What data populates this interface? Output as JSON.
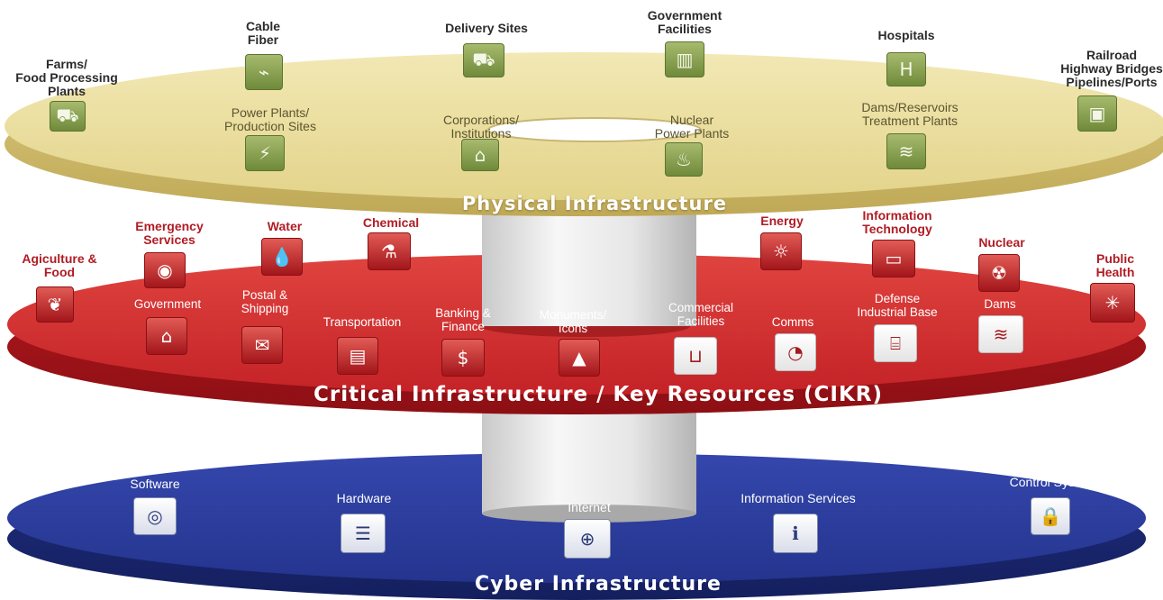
{
  "layers": {
    "physical": {
      "title": "Physical Infrastructure",
      "color": "#ecdfa0",
      "items": [
        {
          "label": "Farms/\nFood Processing\nPlants",
          "icon": "tractor-icon"
        },
        {
          "label": "Cable\nFiber",
          "icon": "cable-fiber-icon"
        },
        {
          "label": "Delivery Sites",
          "icon": "delivery-truck-icon"
        },
        {
          "label": "Government\nFacilities",
          "icon": "government-building-icon"
        },
        {
          "label": "Hospitals",
          "icon": "hospital-icon"
        },
        {
          "label": "Railroad\nHighway Bridges\nPipelines/Ports",
          "icon": "railroad-icon"
        },
        {
          "label": "Power Plants/\nProduction Sites",
          "icon": "lightning-icon"
        },
        {
          "label": "Corporations/\nInstitutions",
          "icon": "institution-icon"
        },
        {
          "label": "Nuclear\nPower Plants",
          "icon": "cooling-tower-icon"
        },
        {
          "label": "Dams/Reservoirs\nTreatment Plants",
          "icon": "dam-icon"
        }
      ]
    },
    "cikr": {
      "title": "Critical Infrastructure / Key Resources (CIKR)",
      "color": "#d3302f",
      "items": [
        {
          "label": "Agiculture &\nFood",
          "icon": "plant-icon"
        },
        {
          "label": "Emergency\nServices",
          "icon": "siren-icon"
        },
        {
          "label": "Water",
          "icon": "water-drop-icon"
        },
        {
          "label": "Chemical",
          "icon": "flask-icon"
        },
        {
          "label": "Energy",
          "icon": "light-bulb-icon"
        },
        {
          "label": "Information\nTechnology",
          "icon": "computer-icon"
        },
        {
          "label": "Nuclear",
          "icon": "radiation-icon"
        },
        {
          "label": "Public\nHealth",
          "icon": "medical-star-icon"
        },
        {
          "label": "Government",
          "icon": "capitol-icon"
        },
        {
          "label": "Postal &\nShipping",
          "icon": "mailbox-icon"
        },
        {
          "label": "Transportation",
          "icon": "transport-icon"
        },
        {
          "label": "Banking &\nFinance",
          "icon": "piggy-bank-icon"
        },
        {
          "label": "Monuments/\nIcons",
          "icon": "monument-icon"
        },
        {
          "label": "Commercial\nFacilities",
          "icon": "shopping-basket-icon"
        },
        {
          "label": "Comms",
          "icon": "satellite-dish-icon"
        },
        {
          "label": "Defense\nIndustrial Base",
          "icon": "factory-icon"
        },
        {
          "label": "Dams",
          "icon": "dam-icon"
        }
      ]
    },
    "cyber": {
      "title": "Cyber Infrastructure",
      "color": "#27399a",
      "items": [
        {
          "label": "Software",
          "icon": "disc-icon"
        },
        {
          "label": "Hardware",
          "icon": "server-icon"
        },
        {
          "label": "Internet",
          "icon": "globe-icon"
        },
        {
          "label": "Information Services",
          "icon": "info-icon"
        },
        {
          "label": "Control Systems",
          "icon": "padlock-icon"
        }
      ]
    }
  }
}
